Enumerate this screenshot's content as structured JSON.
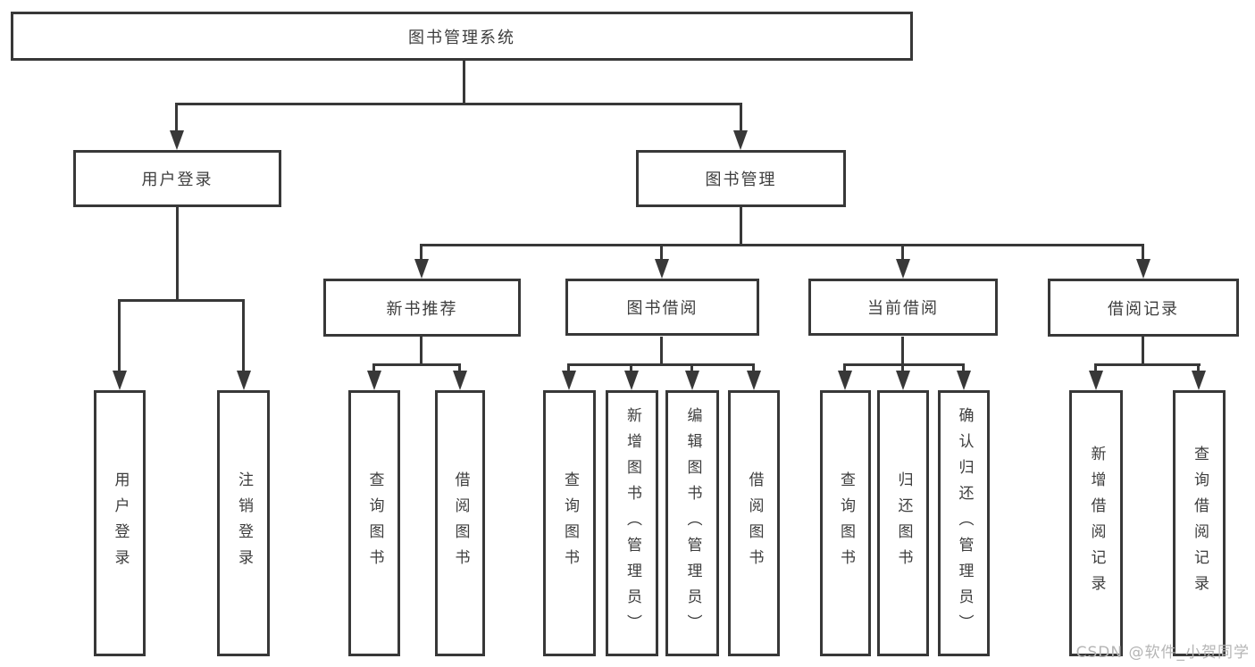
{
  "title": "图书管理系统",
  "watermark": "CSDN @软件_小贺同学",
  "colors": {
    "line": "#383838",
    "text": "#3d3d3d",
    "background": "#ffffff",
    "watermark": "#b5b5b5"
  },
  "root": {
    "label": "图书管理系统"
  },
  "branches": [
    {
      "label": "用户登录",
      "leaves": [
        {
          "label": "用户登录"
        },
        {
          "label": "注销登录"
        }
      ]
    },
    {
      "label": "图书管理",
      "sections": [
        {
          "label": "新书推荐",
          "leaves": [
            {
              "label": "查询图书"
            },
            {
              "label": "借阅图书"
            }
          ]
        },
        {
          "label": "图书借阅",
          "leaves": [
            {
              "label": "查询图书"
            },
            {
              "label": "新增图书（管理员）"
            },
            {
              "label": "编辑图书（管理员）"
            },
            {
              "label": "借阅图书"
            }
          ]
        },
        {
          "label": "当前借阅",
          "leaves": [
            {
              "label": "查询图书"
            },
            {
              "label": "归还图书"
            },
            {
              "label": "确认归还（管理员）"
            }
          ]
        },
        {
          "label": "借阅记录",
          "leaves": [
            {
              "label": "新增借阅记录"
            },
            {
              "label": "查询借阅记录"
            }
          ]
        }
      ]
    }
  ]
}
